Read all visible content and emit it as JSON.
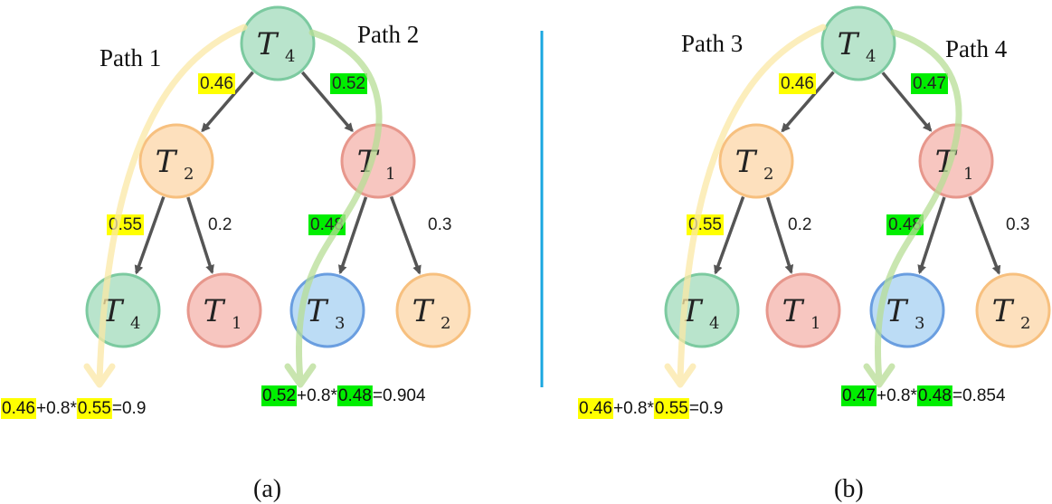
{
  "colors": {
    "green_node_fill": "#b9e4cc",
    "green_node_stroke": "#7ccaa0",
    "orange_node_fill": "#fde0bd",
    "orange_node_stroke": "#f7c07f",
    "red_node_fill": "#f7c6c0",
    "red_node_stroke": "#e7978c",
    "blue_node_fill": "#bcdcf5",
    "blue_node_stroke": "#6a9ee0",
    "yellow_highlight": "#ffff00",
    "green_highlight": "#00ee00",
    "yellow_path": "#fbe8a6",
    "green_path": "#b7dd95",
    "edge": "#555555",
    "divider": "#1aa7e0"
  },
  "node_letter": "T",
  "trees": [
    {
      "caption": "(a)",
      "path_labels": [
        "Path 1",
        "Path 2"
      ],
      "nodes": {
        "root": {
          "sub": "4",
          "color": "green"
        },
        "left": {
          "sub": "2",
          "color": "orange"
        },
        "right": {
          "sub": "1",
          "color": "red"
        },
        "ll": {
          "sub": "4",
          "color": "green"
        },
        "lr": {
          "sub": "1",
          "color": "red"
        },
        "rl": {
          "sub": "3",
          "color": "blue"
        },
        "rr": {
          "sub": "2",
          "color": "orange"
        }
      },
      "probs": {
        "root_left": "0.46",
        "root_right": "0.52",
        "left_ll": "0.55",
        "left_lr": "0.2",
        "right_rl": "0.48",
        "right_rr": "0.3"
      },
      "formulas": [
        {
          "a": "0.46",
          "mid": "+0.8*",
          "b": "0.55",
          "result": "=0.9",
          "highlight": "yellow"
        },
        {
          "a": "0.52",
          "mid": "+0.8*",
          "b": "0.48",
          "result": "=0.904",
          "highlight": "green"
        }
      ]
    },
    {
      "caption": "(b)",
      "path_labels": [
        "Path 3",
        "Path 4"
      ],
      "nodes": {
        "root": {
          "sub": "4",
          "color": "green"
        },
        "left": {
          "sub": "2",
          "color": "orange"
        },
        "right": {
          "sub": "1",
          "color": "red"
        },
        "ll": {
          "sub": "4",
          "color": "green"
        },
        "lr": {
          "sub": "1",
          "color": "red"
        },
        "rl": {
          "sub": "3",
          "color": "blue"
        },
        "rr": {
          "sub": "2",
          "color": "orange"
        }
      },
      "probs": {
        "root_left": "0.46",
        "root_right": "0.47",
        "left_ll": "0.55",
        "left_lr": "0.2",
        "right_rl": "0.48",
        "right_rr": "0.3"
      },
      "formulas": [
        {
          "a": "0.46",
          "mid": "+0.8*",
          "b": "0.55",
          "result": "=0.9",
          "highlight": "yellow"
        },
        {
          "a": "0.47",
          "mid": "+0.8*",
          "b": "0.48",
          "result": "=0.854",
          "highlight": "green"
        }
      ]
    }
  ]
}
